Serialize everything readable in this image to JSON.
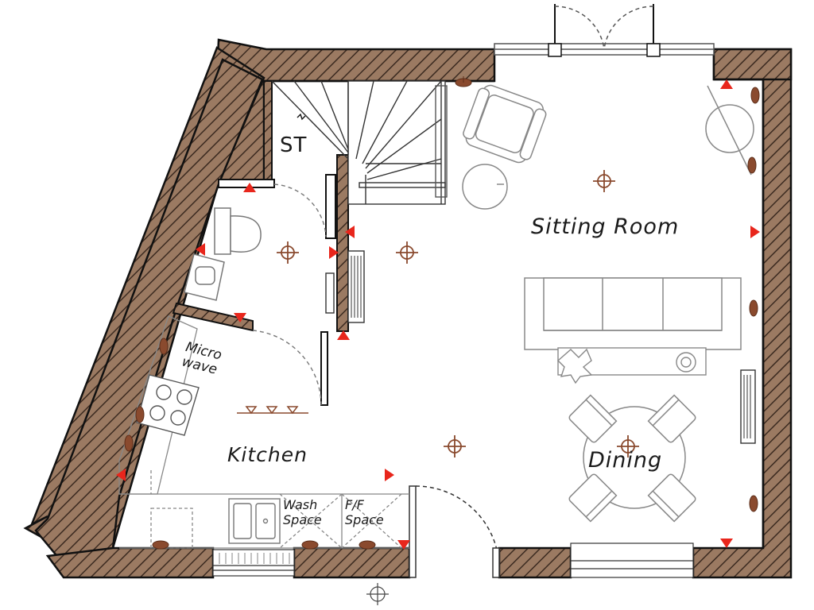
{
  "plan": {
    "rooms": {
      "store": "ST",
      "sitting_room": "Sitting Room",
      "kitchen": "Kitchen",
      "dining": "Dining"
    },
    "fixture_labels": {
      "microwave": "Micro\nwave",
      "wash_space": "Wash\nSpace",
      "ff_space": "F/F\nSpace"
    },
    "colors": {
      "wall_fill": "#9b7a62",
      "wall_hatch": "#3b2a20",
      "outline": "#111111",
      "furniture": "#8c8c8c",
      "radiator": "#444444",
      "socket": "#8a4a2e",
      "marker": "#e8261c"
    }
  }
}
